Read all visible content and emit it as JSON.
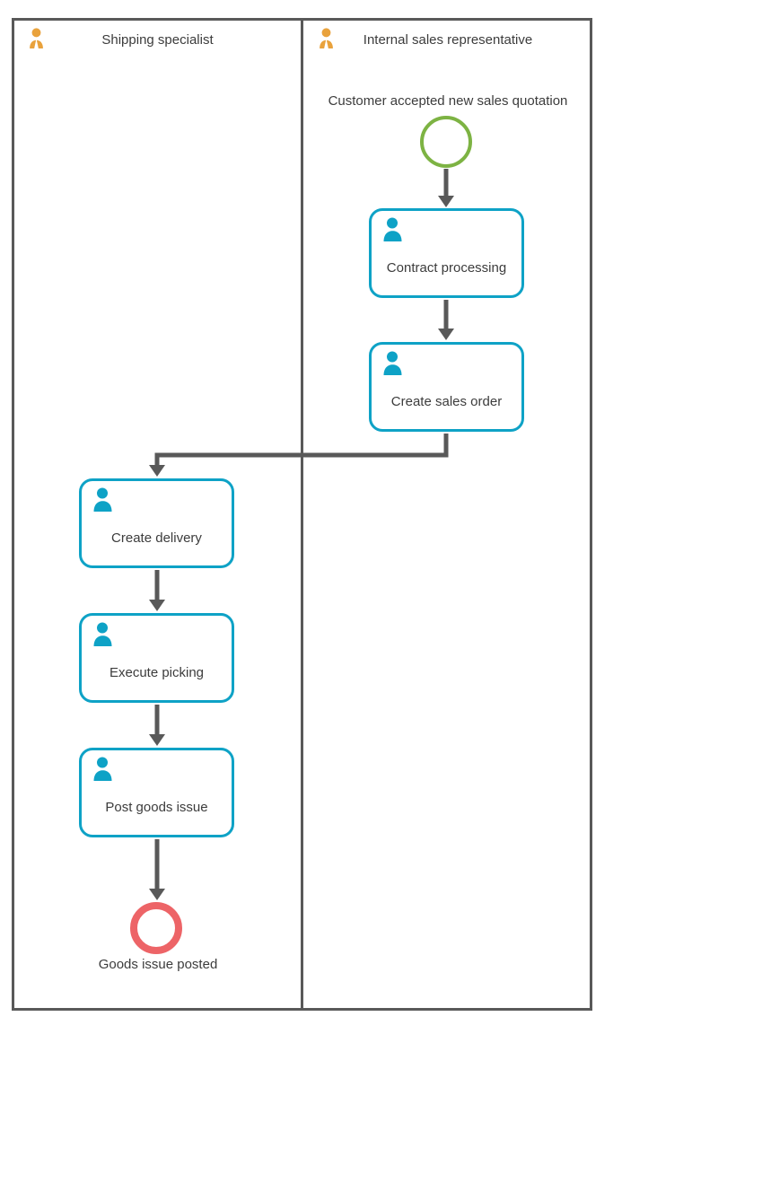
{
  "diagram": {
    "type": "bpmn-swimlane-process-flow",
    "lanes": [
      {
        "label": "Shipping specialist",
        "icon": "role-person-icon"
      },
      {
        "label": "Internal sales representative",
        "icon": "role-person-icon"
      }
    ],
    "annotation": "Customer accepted new sales quotation",
    "start_event": {
      "shape": "circle",
      "lane": "Internal sales representative"
    },
    "end_event": {
      "shape": "circle",
      "lane": "Shipping specialist",
      "label": "Goods issue posted"
    },
    "tasks": [
      {
        "label": "Contract processing",
        "lane": "Internal sales representative",
        "icon": "user-task-icon"
      },
      {
        "label": "Create sales order",
        "lane": "Internal sales representative",
        "icon": "user-task-icon"
      },
      {
        "label": "Create delivery",
        "lane": "Shipping specialist",
        "icon": "user-task-icon"
      },
      {
        "label": "Execute picking",
        "lane": "Shipping specialist",
        "icon": "user-task-icon"
      },
      {
        "label": "Post goods issue",
        "lane": "Shipping specialist",
        "icon": "user-task-icon"
      }
    ],
    "flow": [
      "start-event -> Contract processing",
      "Contract processing -> Create sales order",
      "Create sales order -> Create delivery",
      "Create delivery -> Execute picking",
      "Execute picking -> Post goods issue",
      "Post goods issue -> end-event"
    ],
    "colors": {
      "frame_border": "#595959",
      "arrow": "#595959",
      "task_accent": "#0ea2c6",
      "lane_icon": "#e9a23c",
      "start_event": "#7db343",
      "end_event": "#ed6467",
      "text": "#3c3c3c"
    }
  }
}
